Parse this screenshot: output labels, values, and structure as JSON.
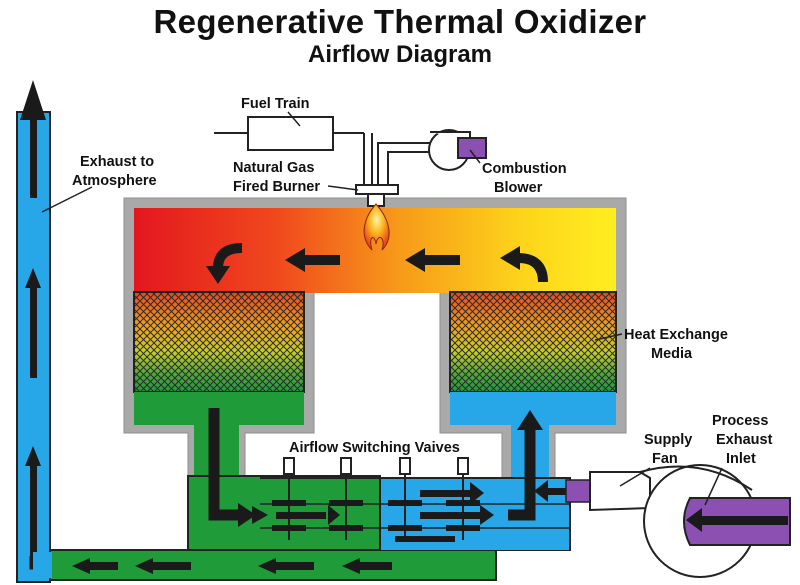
{
  "title": "Regenerative Thermal Oxidizer",
  "subtitle": "Airflow Diagram",
  "labels": {
    "fuel_train": "Fuel Train",
    "burner": [
      "Natural Gas",
      "Fired Burner"
    ],
    "combustion_blower": [
      "Combustion",
      "Blower"
    ],
    "exhaust": [
      "Exhaust to",
      "Atmosphere"
    ],
    "heat_media": [
      "Heat Exchange",
      "Media"
    ],
    "valves": "Airflow Switching Vaives",
    "supply_fan": [
      "Supply",
      "Fan"
    ],
    "process_inlet": [
      "Process",
      "Exhaust",
      "Inlet"
    ]
  },
  "colors": {
    "hot": "#e8262b",
    "warm": "#ffee00",
    "exhaust": "#27a7e8",
    "clean": "#1f9b3a",
    "shell": "#a9a9a9",
    "inlet": "#8c4fb2",
    "arrow": "#1a1a1a"
  }
}
